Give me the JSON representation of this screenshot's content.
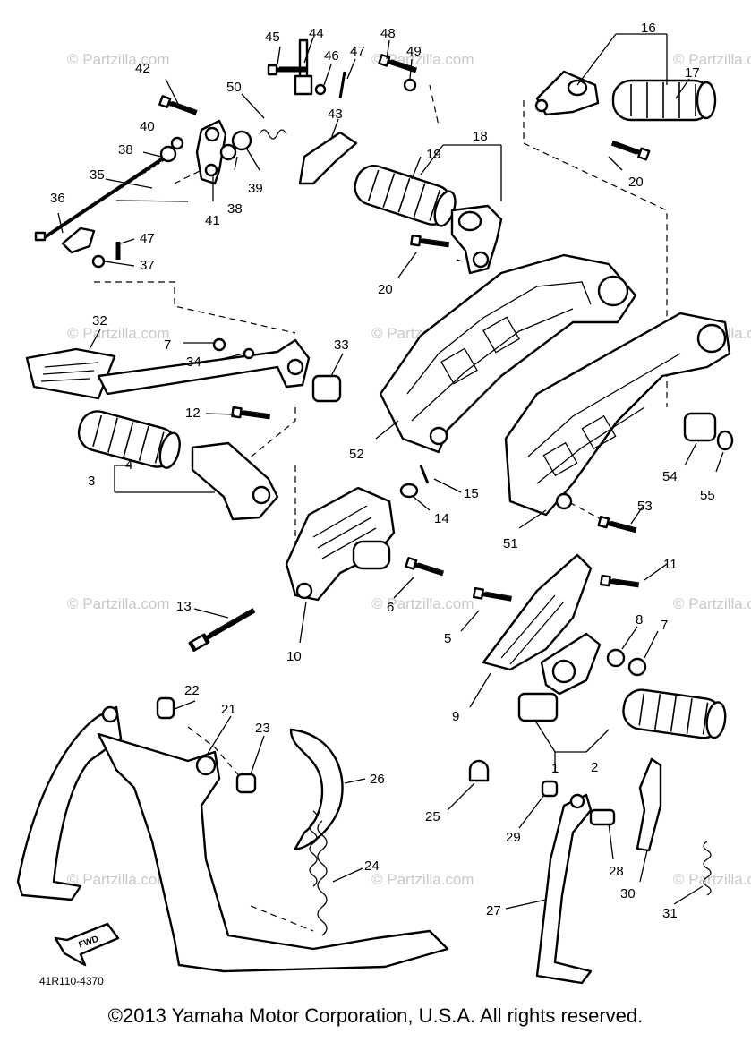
{
  "watermark": "© Partzilla.com",
  "diagram_code": "41R110-4370",
  "arrow_label": "FWD",
  "copyright": "©2013  Yamaha Motor Corporation, U.S.A. All rights reserved.",
  "callouts": {
    "n1": "1",
    "n2": "2",
    "n3": "3",
    "n4": "4",
    "n5": "5",
    "n6": "6",
    "n7a": "7",
    "n7b": "7",
    "n8": "8",
    "n9": "9",
    "n10": "10",
    "n11": "11",
    "n12": "12",
    "n13": "13",
    "n14": "14",
    "n15": "15",
    "n16": "16",
    "n17": "17",
    "n18": "18",
    "n19": "19",
    "n20a": "20",
    "n20b": "20",
    "n21": "21",
    "n22": "22",
    "n23": "23",
    "n24": "24",
    "n25": "25",
    "n26": "26",
    "n27": "27",
    "n28": "28",
    "n29": "29",
    "n30": "30",
    "n31": "31",
    "n32": "32",
    "n33": "33",
    "n34": "34",
    "n35": "35",
    "n36": "36",
    "n37": "37",
    "n38a": "38",
    "n38b": "38",
    "n39": "39",
    "n40": "40",
    "n41": "41",
    "n42": "42",
    "n43": "43",
    "n44": "44",
    "n45": "45",
    "n46": "46",
    "n47a": "47",
    "n47b": "47",
    "n48": "48",
    "n49": "49",
    "n50": "50",
    "n51": "51",
    "n52": "52",
    "n53": "53",
    "n54": "54",
    "n55": "55"
  }
}
